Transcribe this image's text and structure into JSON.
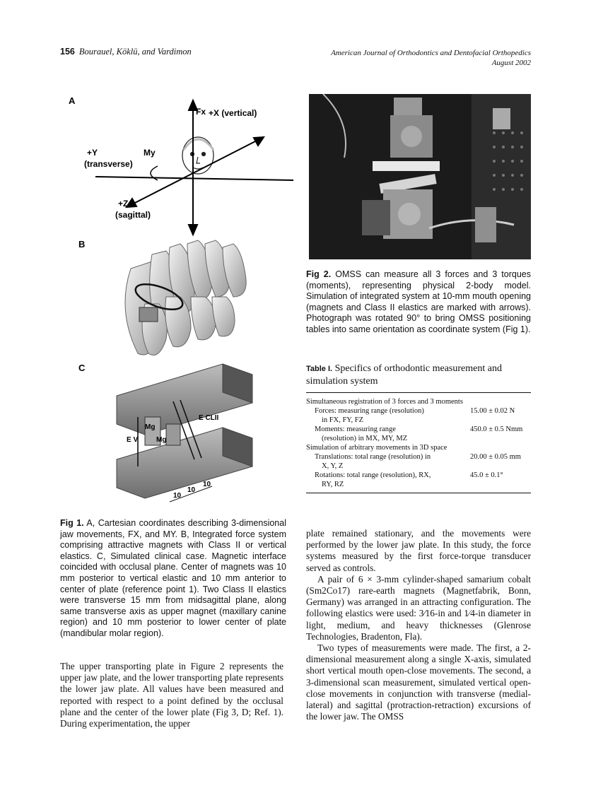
{
  "header": {
    "page_number": "156",
    "authors": "Bourauel, Köklü, and Vardimon",
    "journal": "American Journal of Orthodontics and Dentofacial Orthopedics",
    "issue_date": "August 2002"
  },
  "figure1": {
    "panel_a": "A",
    "panel_b": "B",
    "panel_c": "C",
    "labels": {
      "fx": "Fx",
      "x_vertical": "+X (vertical)",
      "y": "+Y",
      "transverse": "(transverse)",
      "my": "My",
      "z": "+Z",
      "sagittal": "(sagittal)",
      "e_cl2": "E CLII",
      "ev": "E V",
      "mg1": "Mg",
      "mg2": "Mg",
      "dim1": "10",
      "dim2": "10",
      "dim3": "10"
    },
    "caption_label": "Fig 1.",
    "caption": "A, Cartesian coordinates describing 3-dimensional jaw movements, FX, and MY. B, Integrated force system comprising attractive magnets with Class II or vertical elastics. C, Simulated clinical case. Magnetic interface coincided with occlusal plane. Center of magnets was 10 mm posterior to vertical elastic and 10 mm anterior to center of plate (reference point 1). Two Class II elastics were transverse 15 mm from midsagittal plane, along same transverse axis as upper magnet (maxillary canine region) and 10 mm posterior to lower center of plate (mandibular molar region)."
  },
  "figure2": {
    "caption_label": "Fig 2.",
    "caption": "OMSS can measure all 3 forces and 3 torques (moments), representing physical 2-body model. Simulation of integrated system at 10-mm mouth opening (magnets and Class II elastics are marked with arrows). Photograph was rotated 90° to bring OMSS positioning tables into same orientation as coordinate system (Fig 1)."
  },
  "table": {
    "label": "Table I.",
    "title": "Specifics of orthodontic measurement and simulation system",
    "rows": [
      {
        "label": "Simultaneous registration of 3 forces and 3 moments",
        "value": "",
        "indent": 0
      },
      {
        "label": "Forces: measuring range (resolution)",
        "value": "15.00 ± 0.02 N",
        "indent": 1
      },
      {
        "label": "in FX, FY, FZ",
        "value": "",
        "indent": 2
      },
      {
        "label": "Moments: measuring range",
        "value": "450.0 ± 0.5 Nmm",
        "indent": 1
      },
      {
        "label": "(resolution) in MX, MY, MZ",
        "value": "",
        "indent": 2
      },
      {
        "label": "Simulation of arbitrary movements in 3D space",
        "value": "",
        "indent": 0
      },
      {
        "label": "Translations: total range (resolution) in",
        "value": "20.00 ± 0.05 mm",
        "indent": 1
      },
      {
        "label": "X, Y, Z",
        "value": "",
        "indent": 2
      },
      {
        "label": "Rotations: total range (resolution), RX,",
        "value": "45.0 ± 0.1°",
        "indent": 1
      },
      {
        "label": "RY, RZ",
        "value": "",
        "indent": 2
      }
    ]
  },
  "body": {
    "left_p1": "The upper transporting plate in Figure 2 represents the upper jaw plate, and the lower transporting plate represents the lower jaw plate. All values have been measured and reported with respect to a point defined by the occlusal plane and the center of the lower plate (Fig 3, D; Ref. 1). During experimentation, the upper",
    "right_p1": "plate remained stationary, and the movements were performed by the lower jaw plate. In this study, the force systems measured by the first force-torque transducer served as controls.",
    "right_p2": "A pair of 6 × 3-mm cylinder-shaped samarium cobalt (Sm2Co17) rare-earth magnets (Magnetfabrik, Bonn, Germany) was arranged in an attracting configuration. The following elastics were used: 3⁄16-in and 1⁄4-in diameter in light, medium, and heavy thicknesses (Glenrose Technologies, Bradenton, Fla).",
    "right_p3": "Two types of measurements were made. The first, a 2-dimensional measurement along a single X-axis, simulated short vertical mouth open-close movements. The second, a 3-dimensional scan measurement, simulated vertical open-close movements in conjunction with transverse (medial-lateral) and sagittal (protraction-retraction) excursions of the lower jaw. The OMSS"
  }
}
